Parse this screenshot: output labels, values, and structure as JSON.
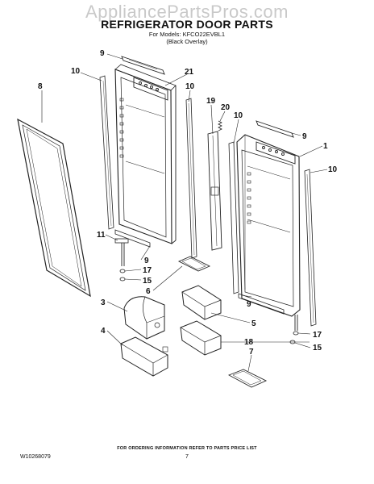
{
  "watermark": "AppliancePartsPros.com",
  "title": "REFRIGERATOR DOOR PARTS",
  "models_line": "For Models: KFCO22EVBL1",
  "overlay_line": "(Black Overlay)",
  "footer_note": "FOR ORDERING INFORMATION REFER TO PARTS PRICE LIST",
  "doc_number": "W10268079",
  "page_number": "7",
  "callouts": {
    "c9a": "9",
    "c10a": "10",
    "c8": "8",
    "c21": "21",
    "c10b": "10",
    "c19": "19",
    "c20": "20",
    "c10c": "10",
    "c9b": "9",
    "c1": "1",
    "c10d": "10",
    "c11": "11",
    "c9c": "9",
    "c17a": "17",
    "c15a": "15",
    "c6": "6",
    "c3": "3",
    "c9d": "9",
    "c5": "5",
    "c4": "4",
    "c18": "18",
    "c17b": "17",
    "c15b": "15",
    "c7": "7"
  }
}
